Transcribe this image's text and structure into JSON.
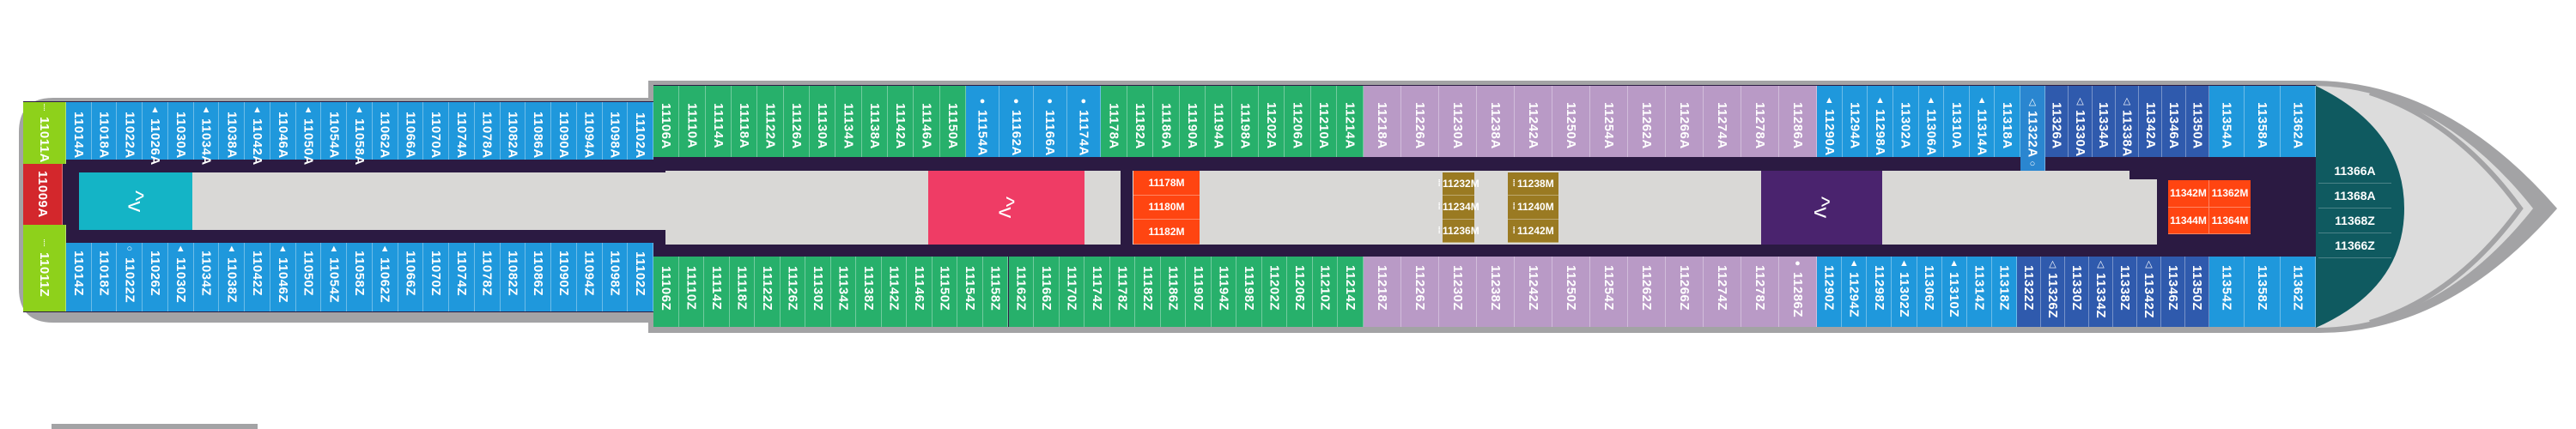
{
  "colors": {
    "blue": "#1f98dc",
    "blue_mid": "#2a86d0",
    "dark_blue": "#2f5aad",
    "green": "#27b06b",
    "lilac": "#b99ac6",
    "lime": "#8ed11b",
    "red": "#d3272c",
    "cyan": "#14b4c6",
    "pink": "#ef3c65",
    "orange": "#ff4511",
    "gold": "#9a7a22",
    "purple": "#4a236e",
    "teal": "#0f5a60",
    "corridor": "#2b1a42",
    "floor": "#d9d8d6",
    "hull": "#a3a3a5"
  },
  "icons": {
    "triangle": "▲",
    "triangle-outline": "△",
    "circle": "●",
    "circle-outline": "○",
    "bars": "⁞"
  },
  "stern_end": {
    "top": {
      "label": "11011A",
      "icon": "bars"
    },
    "middle": {
      "label": "11009A"
    },
    "bottom": {
      "label": "11011Z",
      "icon": "bars"
    }
  },
  "groups": [
    {
      "id": "stern-top",
      "color": "blue",
      "row": "top",
      "cabins": [
        {
          "label": "11014A"
        },
        {
          "label": "11018A"
        },
        {
          "label": "11022A"
        },
        {
          "label": "11026A",
          "icon": "triangle"
        },
        {
          "label": "11030A"
        },
        {
          "label": "11034A",
          "icon": "triangle"
        },
        {
          "label": "11038A"
        },
        {
          "label": "11042A",
          "icon": "triangle"
        },
        {
          "label": "11046A"
        },
        {
          "label": "11050A",
          "icon": "triangle"
        },
        {
          "label": "11054A"
        },
        {
          "label": "11058A",
          "icon": "triangle"
        },
        {
          "label": "11062A"
        },
        {
          "label": "11066A"
        },
        {
          "label": "11070A"
        },
        {
          "label": "11074A"
        },
        {
          "label": "11078A"
        },
        {
          "label": "11082A"
        },
        {
          "label": "11086A"
        },
        {
          "label": "11090A"
        },
        {
          "label": "11094A"
        },
        {
          "label": "11098A"
        },
        {
          "label": "11102A"
        }
      ]
    },
    {
      "id": "stern-bottom",
      "color": "blue",
      "row": "bottom",
      "cabins": [
        {
          "label": "11014Z"
        },
        {
          "label": "11018Z"
        },
        {
          "label": "11022Z",
          "icon": "circle-outline"
        },
        {
          "label": "11026Z"
        },
        {
          "label": "11030Z",
          "icon": "triangle"
        },
        {
          "label": "11034Z"
        },
        {
          "label": "11038Z",
          "icon": "triangle"
        },
        {
          "label": "11042Z"
        },
        {
          "label": "11046Z",
          "icon": "triangle"
        },
        {
          "label": "11050Z"
        },
        {
          "label": "11054Z",
          "icon": "triangle"
        },
        {
          "label": "11058Z"
        },
        {
          "label": "11062Z",
          "icon": "triangle"
        },
        {
          "label": "11066Z"
        },
        {
          "label": "11070Z"
        },
        {
          "label": "11074Z"
        },
        {
          "label": "11078Z"
        },
        {
          "label": "11082Z"
        },
        {
          "label": "11086Z"
        },
        {
          "label": "11090Z"
        },
        {
          "label": "11094Z"
        },
        {
          "label": "11098Z"
        },
        {
          "label": "11102Z"
        }
      ]
    },
    {
      "id": "mid-top-green-1",
      "color": "green",
      "row": "top",
      "cabins": [
        {
          "label": "11106A"
        },
        {
          "label": "11110A"
        },
        {
          "label": "11114A"
        },
        {
          "label": "11118A"
        },
        {
          "label": "11122A"
        },
        {
          "label": "11126A"
        },
        {
          "label": "11130A"
        },
        {
          "label": "11134A"
        },
        {
          "label": "11138A"
        },
        {
          "label": "11142A"
        },
        {
          "label": "11146A"
        },
        {
          "label": "11150A"
        }
      ]
    },
    {
      "id": "mid-top-blue",
      "color": "blue",
      "row": "top",
      "cabins": [
        {
          "label": "11154A",
          "icon": "circle"
        },
        {
          "label": "11162A",
          "icon": "circle"
        },
        {
          "label": "11166A",
          "icon": "circle"
        },
        {
          "label": "11174A",
          "icon": "circle"
        }
      ]
    },
    {
      "id": "mid-top-green-2",
      "color": "green",
      "row": "top",
      "cabins": [
        {
          "label": "11178A"
        },
        {
          "label": "11182A"
        },
        {
          "label": "11186A"
        },
        {
          "label": "11190A"
        },
        {
          "label": "11194A"
        },
        {
          "label": "11198A"
        },
        {
          "label": "11202A"
        },
        {
          "label": "11206A"
        },
        {
          "label": "11210A"
        },
        {
          "label": "11214A"
        }
      ]
    },
    {
      "id": "mid-bottom-green",
      "color": "green",
      "row": "bottom",
      "cabins": [
        {
          "label": "11106Z"
        },
        {
          "label": "11110Z"
        },
        {
          "label": "11114Z"
        },
        {
          "label": "11118Z"
        },
        {
          "label": "11122Z"
        },
        {
          "label": "11126Z"
        },
        {
          "label": "11130Z"
        },
        {
          "label": "11134Z"
        },
        {
          "label": "11138Z"
        },
        {
          "label": "11142Z"
        },
        {
          "label": "11146Z"
        },
        {
          "label": "11150Z"
        },
        {
          "label": "11154Z"
        },
        {
          "label": "11158Z"
        },
        {
          "label": "11162Z"
        },
        {
          "label": "11166Z"
        },
        {
          "label": "11170Z"
        },
        {
          "label": "11174Z"
        },
        {
          "label": "11178Z"
        },
        {
          "label": "11182Z"
        },
        {
          "label": "11186Z"
        },
        {
          "label": "11190Z"
        },
        {
          "label": "11194Z"
        },
        {
          "label": "11198Z"
        },
        {
          "label": "11202Z"
        },
        {
          "label": "11206Z"
        },
        {
          "label": "11210Z"
        },
        {
          "label": "11214Z"
        }
      ]
    },
    {
      "id": "lilac-top",
      "color": "lilac",
      "row": "top",
      "cabins": [
        {
          "label": "11218A"
        },
        {
          "label": "11226A"
        },
        {
          "label": "11230A"
        },
        {
          "label": "11238A"
        },
        {
          "label": "11242A"
        },
        {
          "label": "11250A"
        },
        {
          "label": "11254A"
        },
        {
          "label": "11262A"
        },
        {
          "label": "11266A"
        },
        {
          "label": "11274A"
        },
        {
          "label": "11278A"
        },
        {
          "label": "11286A"
        }
      ]
    },
    {
      "id": "lilac-bottom",
      "color": "lilac",
      "row": "bottom",
      "cabins": [
        {
          "label": "11218Z"
        },
        {
          "label": "11226Z"
        },
        {
          "label": "11230Z"
        },
        {
          "label": "11238Z"
        },
        {
          "label": "11242Z"
        },
        {
          "label": "11250Z"
        },
        {
          "label": "11254Z"
        },
        {
          "label": "11262Z"
        },
        {
          "label": "11266Z"
        },
        {
          "label": "11274Z"
        },
        {
          "label": "11278Z"
        },
        {
          "label": "11286Z",
          "icon": "circle"
        }
      ]
    },
    {
      "id": "fwd-top-blue",
      "color": "blue",
      "row": "top",
      "cabins": [
        {
          "label": "11290A",
          "icon": "triangle"
        },
        {
          "label": "11294A"
        },
        {
          "label": "11298A",
          "icon": "triangle"
        },
        {
          "label": "11302A"
        },
        {
          "label": "11306A",
          "icon": "triangle"
        },
        {
          "label": "11310A"
        },
        {
          "label": "11314A",
          "icon": "triangle"
        },
        {
          "label": "11318A"
        }
      ]
    },
    {
      "id": "fwd-top-mid",
      "color": "blue_mid",
      "row": "top",
      "cabins": [
        {
          "label": "11322A",
          "icon": "triangle-outline",
          "suffix": "○"
        }
      ]
    },
    {
      "id": "fwd-top-dark",
      "color": "dark_blue",
      "row": "top",
      "cabins": [
        {
          "label": "11326A"
        },
        {
          "label": "11330A",
          "icon": "triangle-outline"
        },
        {
          "label": "11334A"
        },
        {
          "label": "11338A",
          "icon": "triangle-outline"
        },
        {
          "label": "11342A"
        },
        {
          "label": "11346A"
        },
        {
          "label": "11350A"
        }
      ]
    },
    {
      "id": "bow-top-blue",
      "color": "blue",
      "row": "top",
      "cabins": [
        {
          "label": "11354A"
        },
        {
          "label": "11358A"
        },
        {
          "label": "11362A"
        }
      ]
    },
    {
      "id": "fwd-bottom-blue",
      "color": "blue",
      "row": "bottom",
      "cabins": [
        {
          "label": "11290Z"
        },
        {
          "label": "11294Z",
          "icon": "triangle"
        },
        {
          "label": "11298Z"
        },
        {
          "label": "11302Z",
          "icon": "triangle"
        },
        {
          "label": "11306Z"
        },
        {
          "label": "11310Z",
          "icon": "triangle"
        },
        {
          "label": "11314Z"
        },
        {
          "label": "11318Z"
        }
      ]
    },
    {
      "id": "fwd-bottom-dark",
      "color": "dark_blue",
      "row": "bottom",
      "cabins": [
        {
          "label": "11322Z"
        },
        {
          "label": "11326Z",
          "icon": "triangle-outline"
        },
        {
          "label": "11330Z"
        },
        {
          "label": "11334Z",
          "icon": "triangle-outline"
        },
        {
          "label": "11338Z"
        },
        {
          "label": "11342Z",
          "icon": "triangle-outline"
        },
        {
          "label": "11346Z"
        },
        {
          "label": "11350Z"
        }
      ]
    },
    {
      "id": "bow-bottom-blue",
      "color": "blue",
      "row": "bottom",
      "cabins": [
        {
          "label": "11354Z"
        },
        {
          "label": "11358Z"
        },
        {
          "label": "11362Z"
        }
      ]
    }
  ],
  "inside_blocks": [
    {
      "id": "orange-mid",
      "color": "orange",
      "cabins": [
        {
          "label": "11178M"
        },
        {
          "label": "11180M"
        },
        {
          "label": "11182M"
        }
      ]
    },
    {
      "id": "gold-1",
      "color": "gold",
      "cabins": [
        {
          "label": "11232M",
          "icon": "bars"
        },
        {
          "label": "11234M",
          "icon": "bars"
        },
        {
          "label": "11236M",
          "icon": "bars"
        }
      ]
    },
    {
      "id": "gold-2",
      "color": "gold",
      "cabins": [
        {
          "label": "11238M",
          "icon": "bars"
        },
        {
          "label": "11240M",
          "icon": "bars"
        },
        {
          "label": "11242M",
          "icon": "bars"
        }
      ]
    },
    {
      "id": "orange-fwd",
      "color": "orange",
      "cabins": [
        {
          "label": "11342M"
        },
        {
          "label": "11362M"
        },
        {
          "label": "11344M"
        },
        {
          "label": "11364M"
        }
      ]
    }
  ],
  "stairs": [
    {
      "id": "aft-stairs",
      "color": "cyan"
    },
    {
      "id": "mid-stairs",
      "color": "pink"
    },
    {
      "id": "fwd-stairs",
      "color": "purple"
    }
  ],
  "stair_glyph": "^v",
  "bow_suites": [
    {
      "label": "11366A"
    },
    {
      "label": "11368A"
    },
    {
      "label": "11368Z"
    },
    {
      "label": "11366Z"
    }
  ]
}
